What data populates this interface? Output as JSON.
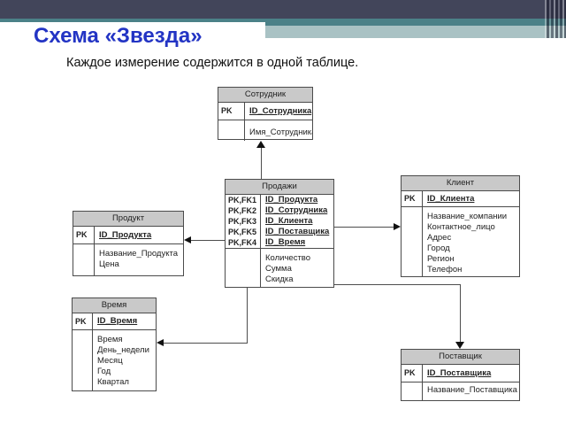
{
  "header": {
    "title": "Схема «Звезда»",
    "subtitle": "Каждое измерение содержится в одной таблице."
  },
  "colors": {
    "title_text": "#2334c4",
    "navy_bar": "#42455a",
    "teal_stripe": "#4b8188",
    "sage_band": "#a9c2c4",
    "table_header_bg": "#c9c9c9",
    "table_border": "#4b4b4b",
    "connector": "#4d4d4d"
  },
  "tables": [
    {
      "name": "Сотрудник",
      "keys": [
        {
          "k": "PK",
          "f": "ID_Сотрудника"
        }
      ],
      "attrs": [
        "Имя_Сотрудника"
      ]
    },
    {
      "name": "Продажи",
      "keys": [
        {
          "k": "PK,FK1",
          "f": "ID_Продукта"
        },
        {
          "k": "PK,FK2",
          "f": "ID_Сотрудника"
        },
        {
          "k": "PK,FK3",
          "f": "ID_Клиента"
        },
        {
          "k": "PK,FK5",
          "f": "ID_Поставщика"
        },
        {
          "k": "PK,FK4",
          "f": "ID_Время"
        }
      ],
      "attrs": [
        "Количество",
        "Сумма",
        "Скидка"
      ]
    },
    {
      "name": "Клиент",
      "keys": [
        {
          "k": "PK",
          "f": "ID_Клиента"
        }
      ],
      "attrs": [
        "Название_компании",
        "Контактное_лицо",
        "Адрес",
        "Город",
        "Регион",
        "Телефон"
      ]
    },
    {
      "name": "Продукт",
      "keys": [
        {
          "k": "PK",
          "f": "ID_Продукта"
        }
      ],
      "attrs": [
        "Название_Продукта",
        "Цена"
      ]
    },
    {
      "name": "Время",
      "keys": [
        {
          "k": "PK",
          "f": "ID_Время"
        }
      ],
      "attrs": [
        "Время",
        "День_недели",
        "Месяц",
        "Год",
        "Квартал"
      ]
    },
    {
      "name": "Поставщик",
      "keys": [
        {
          "k": "PK",
          "f": "ID_Поставщика"
        }
      ],
      "attrs": [
        "Название_Поставщика"
      ]
    }
  ],
  "relations": [
    {
      "from": "Продажи",
      "to": "Сотрудник"
    },
    {
      "from": "Продажи",
      "to": "Клиент"
    },
    {
      "from": "Продажи",
      "to": "Продукт"
    },
    {
      "from": "Продажи",
      "to": "Время"
    },
    {
      "from": "Продажи",
      "to": "Поставщик"
    }
  ]
}
